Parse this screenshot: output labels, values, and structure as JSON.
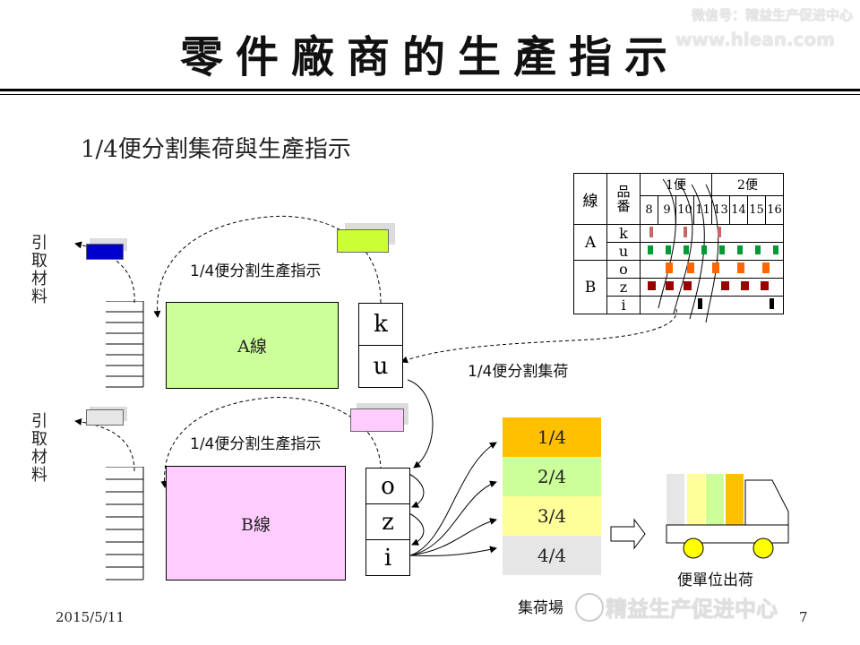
{
  "header": {
    "title": "零件廠商的生產指示",
    "watermark_line1": "微信号：精益生产促进中心",
    "watermark_line2": "www.hlean.com"
  },
  "subtitle": "1/4便分割集荷與生產指示",
  "side_label": "引取材料",
  "lines": {
    "a": {
      "name": "A線",
      "posts": [
        "k",
        "u"
      ],
      "kanban_color": "#ccff33",
      "pull_color": "#0000cc"
    },
    "b": {
      "name": "B線",
      "posts": [
        "o",
        "z",
        "i"
      ],
      "kanban_color": "#ffccff",
      "pull_color": "#e6e6e6"
    }
  },
  "labels": {
    "instruction": "1/4便分割生產指示",
    "collection": "1/4便分割集荷",
    "truck": "便單位出荷",
    "yard": "集荷場"
  },
  "stack": [
    {
      "label": "1/4",
      "color": "#ffc000"
    },
    {
      "label": "2/4",
      "color": "#ccff99"
    },
    {
      "label": "3/4",
      "color": "#ffff99"
    },
    {
      "label": "4/4",
      "color": "#e6e6e6"
    }
  ],
  "table": {
    "col_line": "線",
    "col_part": "品番",
    "group1": "1便",
    "group2": "2便",
    "slots": [
      "8",
      "9",
      "10",
      "11",
      "13",
      "14",
      "15",
      "16"
    ],
    "rows": [
      {
        "line": "A",
        "parts": [
          "k",
          "u"
        ]
      },
      {
        "line": "B",
        "parts": [
          "o",
          "z",
          "i"
        ]
      }
    ]
  },
  "footer": {
    "date": "2015/5/11",
    "page": "7",
    "brand": "精益生产促进中心"
  }
}
